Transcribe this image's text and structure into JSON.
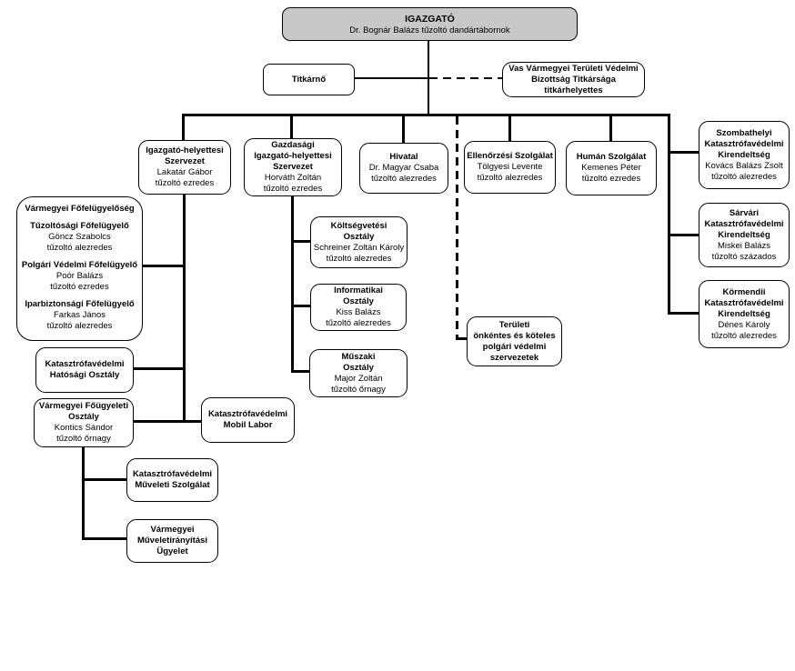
{
  "colors": {
    "director_fill": "#c8c8c8",
    "box_fill": "#ffffff",
    "line": "#000000",
    "background": "#ffffff"
  },
  "org": {
    "igazgato": {
      "title": "IGAZGATÓ",
      "person": "Dr. Bognár Balázs tűzoltó dandártábornok"
    },
    "titkarno": {
      "title": "Titkárnő"
    },
    "vedelmi_bizottsag": {
      "title": "Vas Vármegyei Területi Védelmi\nBizottság Titkársága\ntitkárhelyettes"
    },
    "ig_helyettesi": {
      "title": "Igazgató-helyettesi\nSzervezet",
      "person": "Lakatár Gábor",
      "rank": "tűzoltó ezredes"
    },
    "gazdasagi": {
      "title": "Gazdasági\nIgazgató-helyettesi\nSzervezet",
      "person": "Horváth Zoltán",
      "rank": "tűzoltó ezredes"
    },
    "hivatal": {
      "title": "Hivatal",
      "person": "Dr. Magyar Csaba",
      "rank": "tűzoltó alezredes"
    },
    "ellenorzesi": {
      "title": "Ellenőrzési Szolgálat",
      "person": "Tölgyesi Levente",
      "rank": "tűzoltó alezredes"
    },
    "human": {
      "title": "Humán Szolgálat",
      "person": "Kemenes Péter",
      "rank": "tűzoltó ezredes"
    },
    "szombathelyi": {
      "title": "Szombathelyi\nKatasztrófavédelmi\nKirendeltség",
      "person": "Kovács Balázs Zsolt",
      "rank": "tűzoltó alezredes"
    },
    "sarvari": {
      "title": "Sárvári\nKatasztrófavédelmi\nKirendeltség",
      "person": "Miskei Balázs",
      "rank": "tűzoltó százados"
    },
    "kormendi": {
      "title": "Körmendii\nKatasztrófavédelmi\nKirendeltség",
      "person": "Dénes Károly",
      "rank": "tűzoltó alezredes"
    },
    "fofelugyeloseg": {
      "title": "Vármegyei Főfelügyelőség",
      "sections": [
        {
          "title": "Tűzoltósági Főfelügyelő",
          "person": "Göncz Szabolcs",
          "rank": "tűzoltó alezredes"
        },
        {
          "title": "Polgári Védelmi Főfelügyelő",
          "person": "Poór Balázs",
          "rank": "tűzoltó ezredes"
        },
        {
          "title": "Iparbiztonsági Főfelügyelő",
          "person": "Farkas János",
          "rank": "tűzoltó alezredes"
        }
      ]
    },
    "koltsegvetesi": {
      "title": "Költségvetési\nOsztály",
      "person": "Schreiner Zoltán Károly",
      "rank": "tűzoltó alezredes"
    },
    "informatikai": {
      "title": "Informatikai\nOsztály",
      "person": "Kiss Balázs",
      "rank": "tűzoltó alezredes"
    },
    "muszaki": {
      "title": "Műszaki\nOsztály",
      "person": "Major Zoltán",
      "rank": "tűzoltó őrnagy"
    },
    "hatosagi": {
      "title": "Katasztrófavédelmi\nHatósági Osztály"
    },
    "fougyeleti": {
      "title": "Vármegyei Főügyeleti\nOsztály",
      "person": "Kontics Sándor",
      "rank": "tűzoltó őrnagy"
    },
    "mobil_labor": {
      "title": "Katasztrófavédelmi\nMobil Labor"
    },
    "muveleti": {
      "title": "Katasztrófavédelmi\nMűveleti Szolgálat"
    },
    "muveletiranyitasi": {
      "title": "Vármegyei\nMűveletirányítási\nÜgyelet"
    },
    "teruleti": {
      "title": "Területi\nönkéntes és köteles\npolgári védelmi\nszervezetek"
    }
  }
}
